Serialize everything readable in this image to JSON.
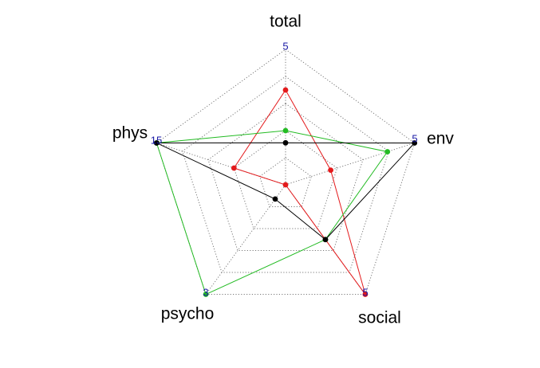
{
  "chart_data": {
    "type": "radar",
    "title": "",
    "axes": [
      "total",
      "env",
      "social",
      "psycho",
      "phys"
    ],
    "axis_max_labels": [
      "5",
      "5",
      "5",
      "3",
      "15"
    ],
    "rings": 5,
    "grid": true,
    "series": [
      {
        "color": "#e41a1c",
        "values": [
          0.7,
          0.35,
          1.0,
          0.0,
          0.4
        ]
      },
      {
        "color": "#22bb22",
        "values": [
          0.4,
          0.79,
          0.5,
          1.0,
          1.0
        ]
      },
      {
        "color": "#000000",
        "values": [
          0.31,
          1.0,
          0.5,
          0.13,
          1.0
        ]
      }
    ]
  }
}
